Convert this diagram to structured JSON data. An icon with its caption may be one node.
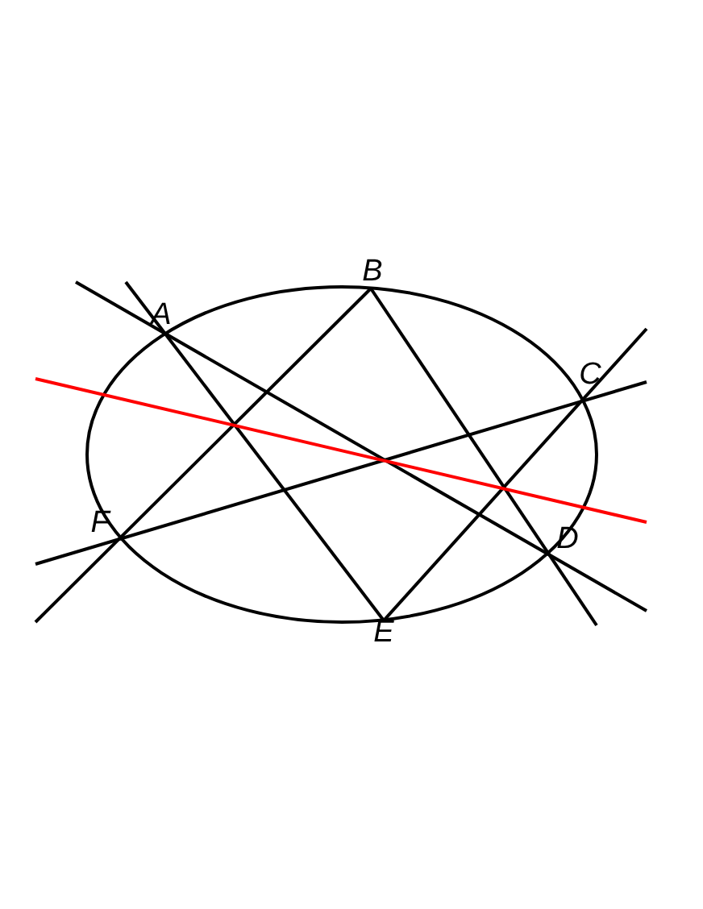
{
  "diagram": {
    "labels": [
      "A",
      "B",
      "C",
      "D",
      "E",
      "F"
    ]
  }
}
